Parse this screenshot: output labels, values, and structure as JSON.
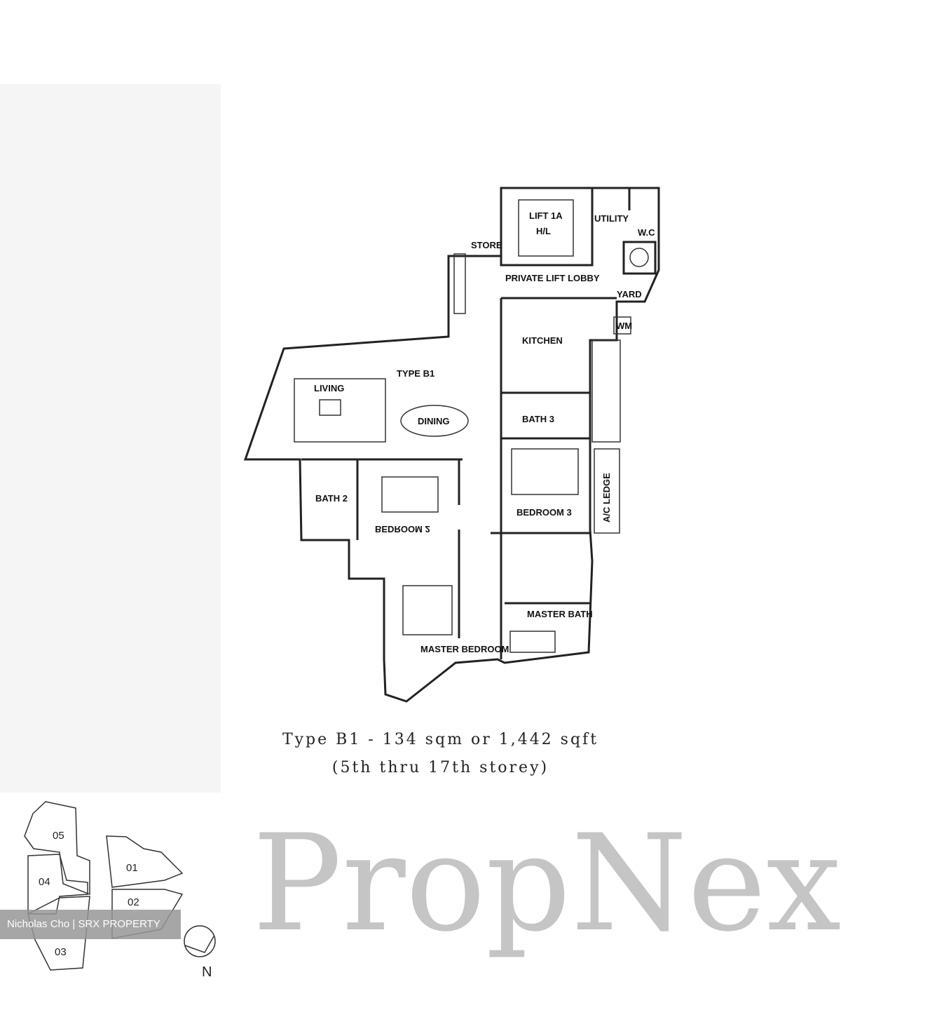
{
  "plan": {
    "title": "TYPE B1",
    "rooms": {
      "lift": "LIFT 1A",
      "lift_sub": "H/L",
      "store": "STORE",
      "utility": "UTILITY",
      "wc": "W.C",
      "lobby": "PRIVATE LIFT LOBBY",
      "yard": "YARD",
      "wm": "WM",
      "kitchen": "KITCHEN",
      "living": "LIVING",
      "dining": "DINING",
      "bath3": "BATH 3",
      "bath2": "BATH 2",
      "bedroom2": "BEDROOM 2",
      "bedroom3": "BEDROOM 3",
      "ac_ledge": "A/C LEDGE",
      "master_bath": "MASTER BATH",
      "master_bedroom": "MASTER BEDROOM"
    }
  },
  "caption": {
    "line1": "Type B1 - 134 sqm or 1,442 sqft",
    "line2": "(5th thru 17th storey)"
  },
  "key_plan": {
    "units": [
      "05",
      "04",
      "03",
      "01",
      "02"
    ],
    "north": "N"
  },
  "watermark": "PropNex",
  "credit": "Nicholas Cho | SRX PROPERTY"
}
